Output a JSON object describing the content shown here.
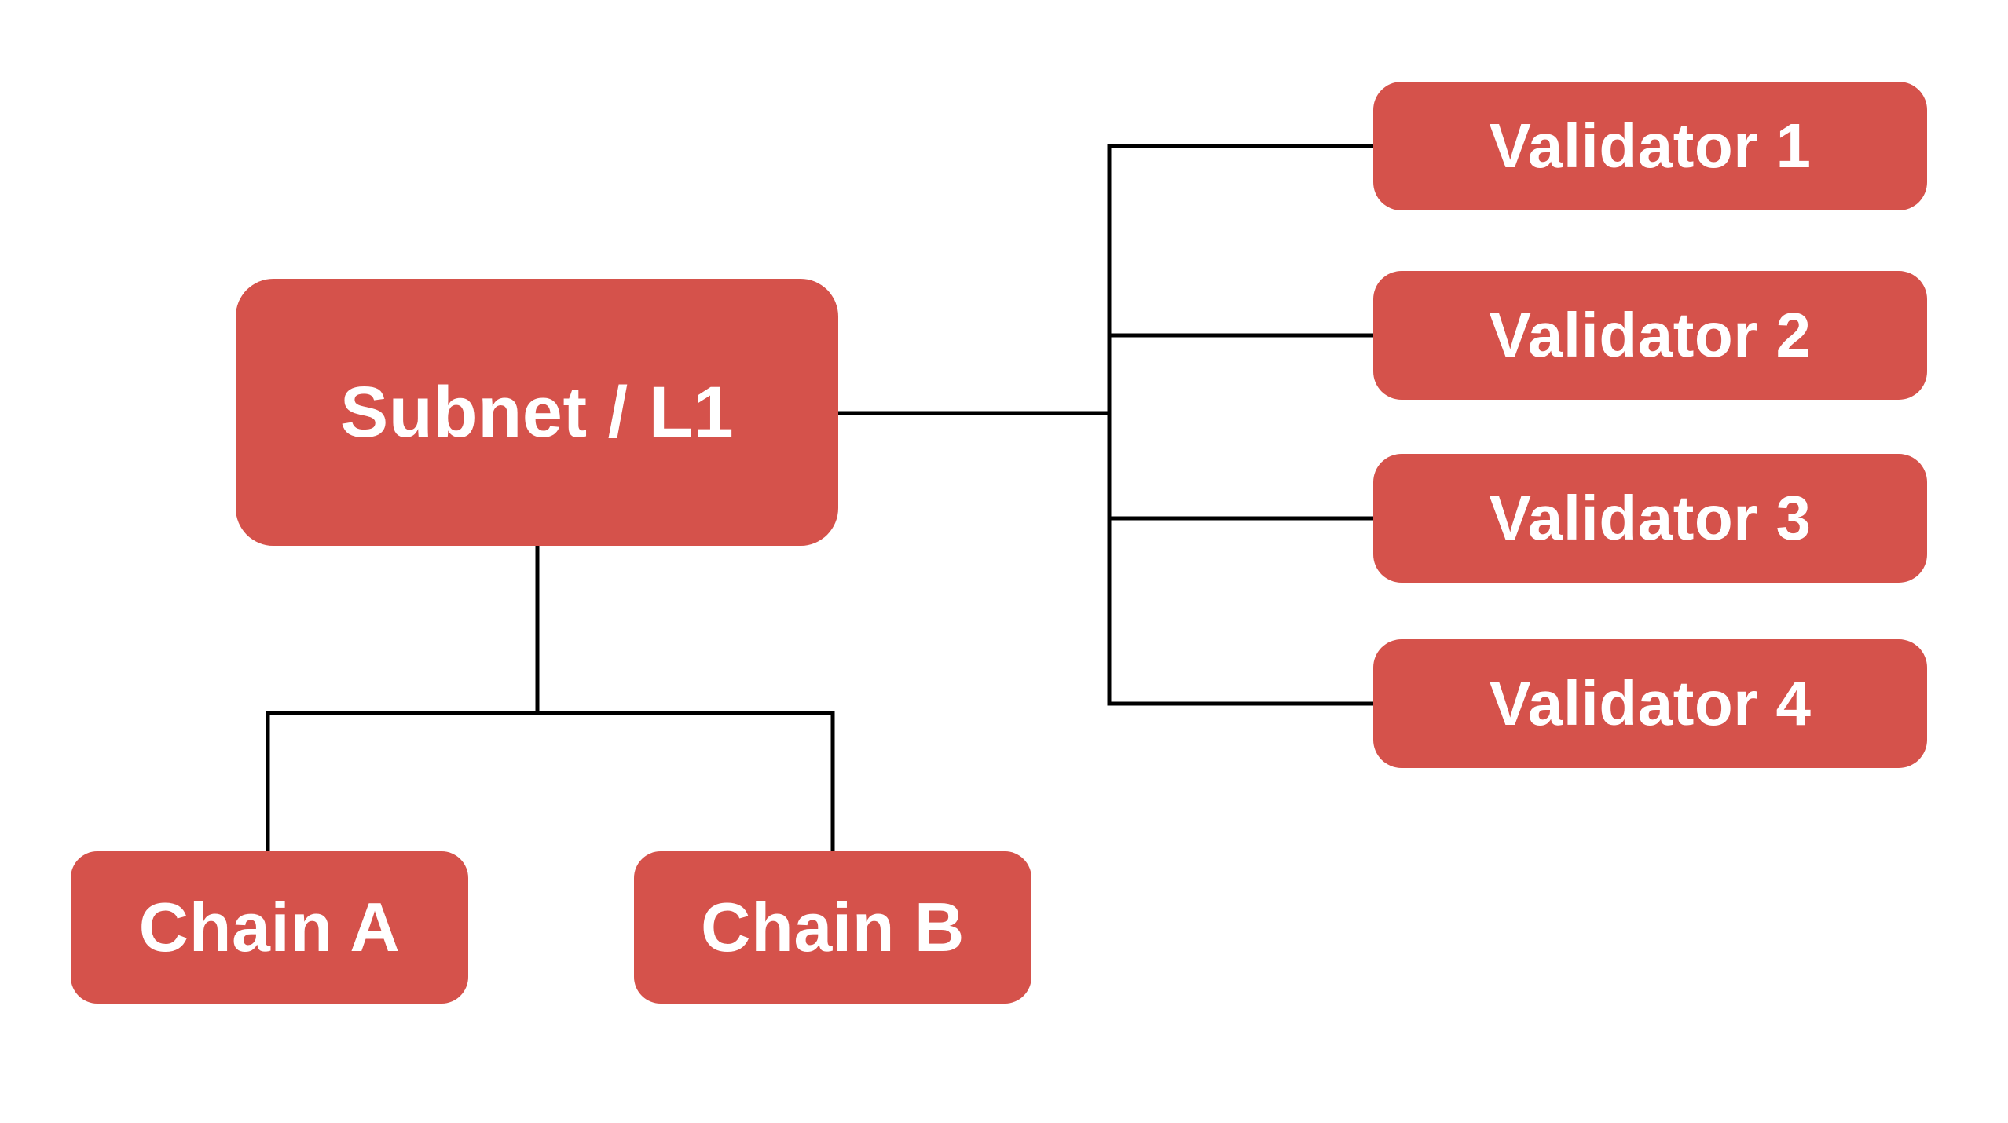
{
  "diagram": {
    "background_color": "#FFFFFF",
    "node_fill_color": "#D5524B",
    "node_text_color": "#FFFFFF",
    "connector_color": "#000000",
    "nodes": {
      "subnet": {
        "label": "Subnet / L1"
      },
      "validator1": {
        "label": "Validator 1"
      },
      "validator2": {
        "label": "Validator 2"
      },
      "validator3": {
        "label": "Validator 3"
      },
      "validator4": {
        "label": "Validator 4"
      },
      "chainA": {
        "label": "Chain A"
      },
      "chainB": {
        "label": "Chain B"
      }
    },
    "edges": [
      {
        "from": "subnet",
        "to": "validator1"
      },
      {
        "from": "subnet",
        "to": "validator2"
      },
      {
        "from": "subnet",
        "to": "validator3"
      },
      {
        "from": "subnet",
        "to": "validator4"
      },
      {
        "from": "subnet",
        "to": "chainA"
      },
      {
        "from": "subnet",
        "to": "chainB"
      }
    ]
  }
}
